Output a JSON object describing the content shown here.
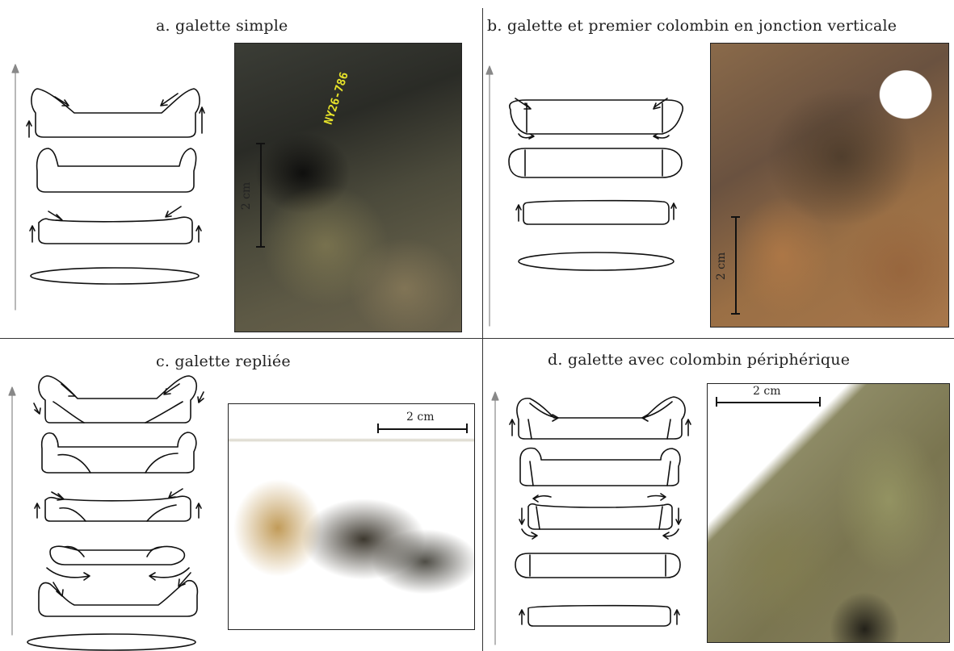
{
  "panels": {
    "a": {
      "title": "a. galette simple",
      "scale_label": "2 cm"
    },
    "b": {
      "title": "b. galette et premier colombin en jonction verticale",
      "scale_label": "2 cm"
    },
    "c": {
      "title": "c. galette repliée",
      "scale_label": "2 cm"
    },
    "d": {
      "title": "d. galette avec colombin périphérique",
      "scale_label": "2 cm"
    }
  },
  "photo_a_inscription": "NY26-786"
}
